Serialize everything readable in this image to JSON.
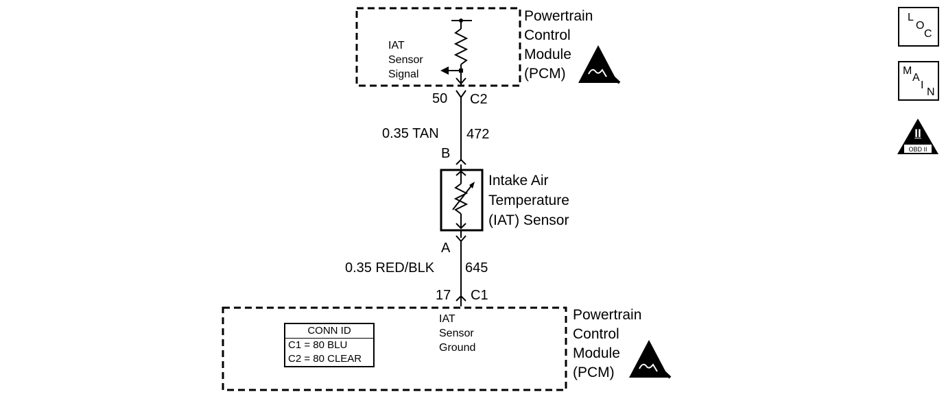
{
  "pcm_top": {
    "label_lines": [
      "Powertrain",
      "Control",
      "Module",
      "(PCM)"
    ],
    "circuit_lines": [
      "IAT",
      "Sensor",
      "Signal"
    ]
  },
  "connector_c2": {
    "pin": "50",
    "name": "C2"
  },
  "wire_472": {
    "gauge_color": "0.35 TAN",
    "circuit": "472"
  },
  "sensor": {
    "pin_top": "B",
    "pin_bottom": "A",
    "label_lines": [
      "Intake Air",
      "Temperature",
      "(IAT) Sensor"
    ]
  },
  "wire_645": {
    "gauge_color": "0.35 RED/BLK",
    "circuit": "645"
  },
  "connector_c1": {
    "pin": "17",
    "name": "C1"
  },
  "pcm_bottom": {
    "label_lines": [
      "Powertrain",
      "Control",
      "Module",
      "(PCM)"
    ],
    "circuit_lines": [
      "IAT",
      "Sensor",
      "Ground"
    ]
  },
  "conn_id": {
    "title": "CONN ID",
    "rows": [
      "C1 = 80 BLU",
      "C2 = 80 CLEAR"
    ]
  },
  "badges": {
    "loc": [
      "L",
      "O",
      "C"
    ],
    "main": [
      "M",
      "A",
      "I",
      "N"
    ],
    "obd": {
      "numeral": "II",
      "caption": "OBD II"
    }
  }
}
